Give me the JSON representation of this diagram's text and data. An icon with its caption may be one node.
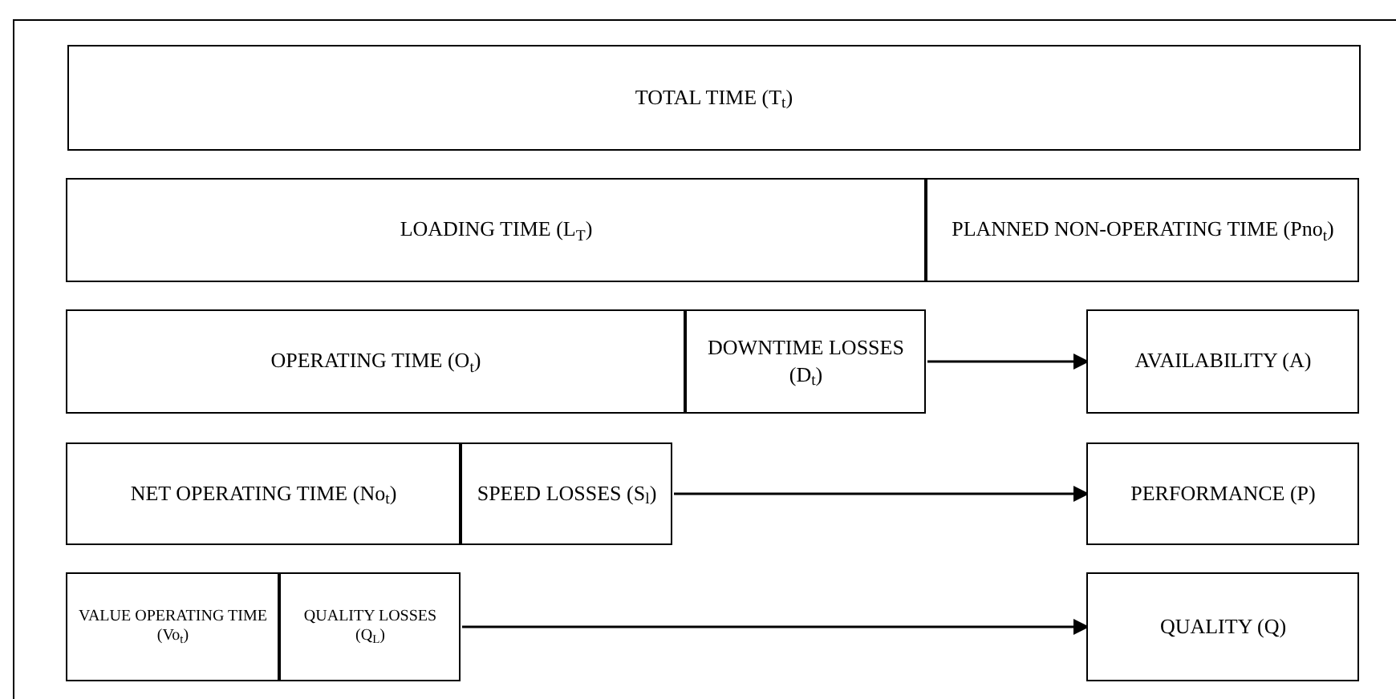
{
  "diagram": {
    "nodes": [
      {
        "text": [
          "TOTAL TIME (T$_{t}$)"
        ]
      },
      {
        "text": [
          "LOADING TIME (L$_{T}$)"
        ]
      },
      {
        "text": [
          "PLANNED NON-OPERATING TIME (Pno$_{t}$)"
        ]
      },
      {
        "text": [
          "OPERATING TIME (O$_{t}$)"
        ]
      },
      {
        "text": [
          "DOWNTIME LOSSES (D$_{t}$)"
        ]
      },
      {
        "text": [
          "AVAILABILITY (A)"
        ]
      },
      {
        "text": [
          "NET OPERATING TIME (No$_{t}$)"
        ]
      },
      {
        "text": [
          "SPEED LOSSES (S$_{l}$)"
        ]
      },
      {
        "text": [
          "PERFORMANCE (P)"
        ]
      },
      {
        "text": [
          "VALUE OPERATING TIME (Vo$_{t}$)"
        ]
      },
      {
        "text": [
          "QUALITY LOSSES (Q$_{L}$)"
        ]
      },
      {
        "text": [
          "QUALITY (Q)"
        ]
      }
    ],
    "edges": [
      {
        "from": 4,
        "to": 5,
        "arrow": "to"
      },
      {
        "from": 7,
        "to": 8,
        "arrow": "to"
      },
      {
        "from": 10,
        "to": 11,
        "arrow": "to"
      }
    ]
  }
}
